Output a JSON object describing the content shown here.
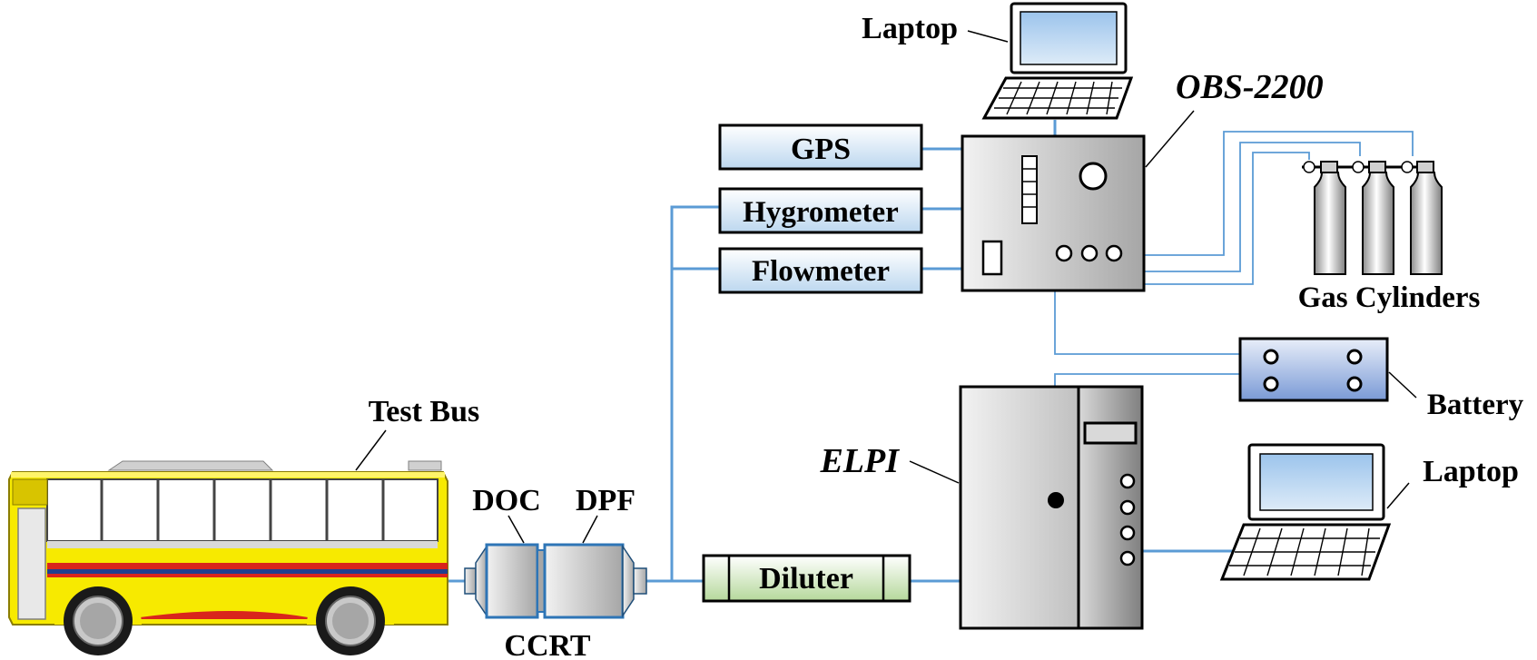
{
  "labels": {
    "laptop_top": "Laptop",
    "obs": "OBS-2200",
    "gps": "GPS",
    "hygrometer": "Hygrometer",
    "flowmeter": "Flowmeter",
    "gas_cylinders": "Gas Cylinders",
    "battery": "Battery",
    "elpi": "ELPI",
    "laptop_right": "Laptop",
    "test_bus": "Test Bus",
    "doc": "DOC",
    "dpf": "DPF",
    "ccrt": "CCRT",
    "diluter": "Diluter"
  },
  "colors": {
    "line": "#5b9bd5",
    "box_fill_top": "#ffffff",
    "box_fill_bottom": "#bcd7ef",
    "box_stroke": "#1f4e79",
    "diluter_fill": "#c6e0b4",
    "battery_fill": "#a9c2e8",
    "bus_yellow": "#f5e600",
    "bus_red": "#d9251c",
    "bus_blue": "#1f3f8f"
  },
  "icons": [
    "laptop-icon",
    "gas-cylinder-icon",
    "bus-icon",
    "battery-icon"
  ]
}
